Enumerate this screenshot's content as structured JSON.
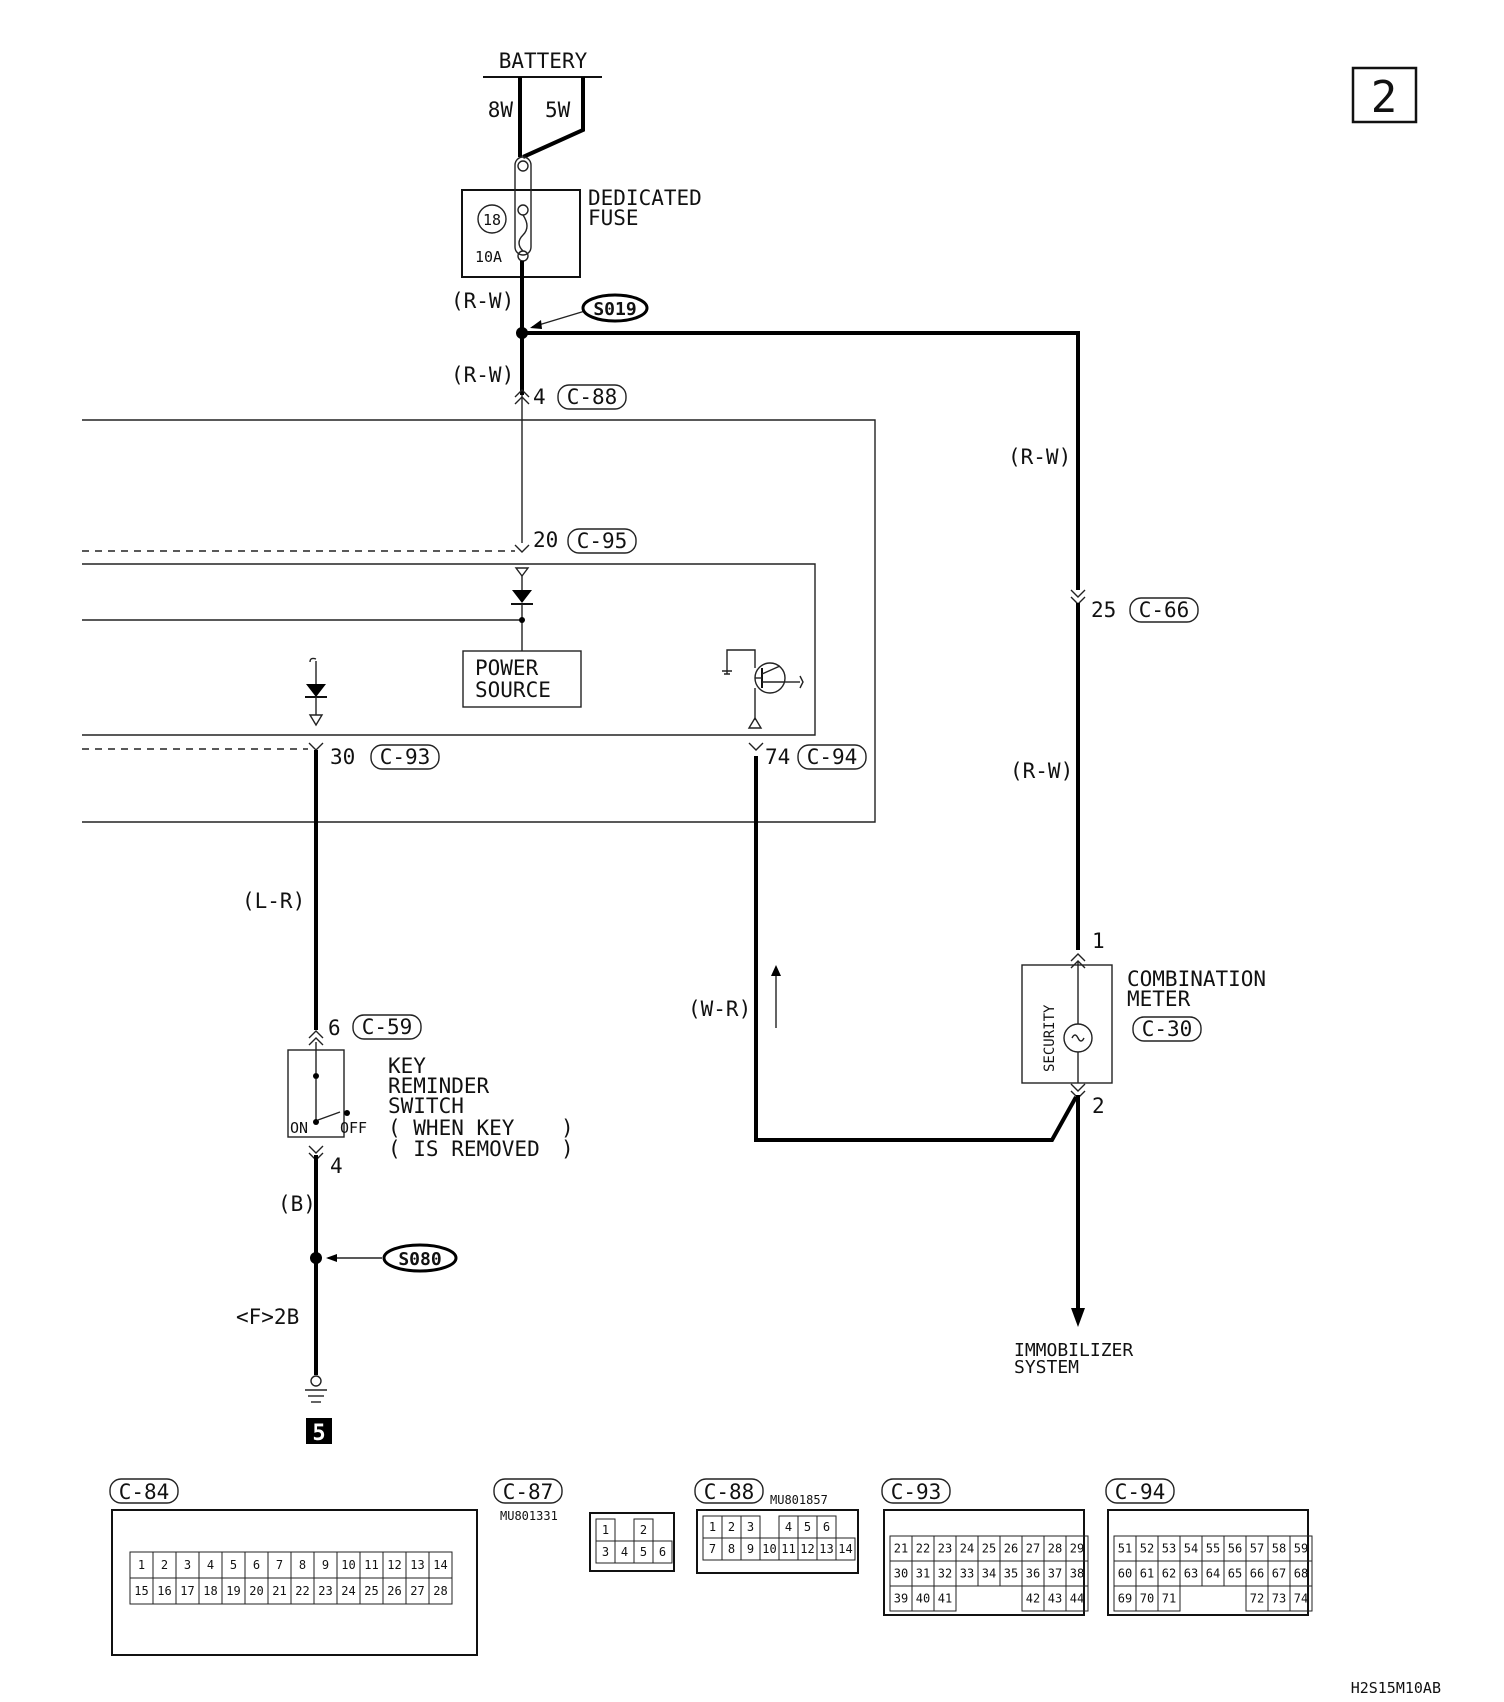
{
  "page_number": "2",
  "doc_code": "H2S15M10AB",
  "battery": {
    "label": "BATTERY",
    "wire_left": "8W",
    "wire_right": "5W"
  },
  "fuse": {
    "title_line1": "DEDICATED",
    "title_line2": "FUSE",
    "number": "18",
    "rating": "10A"
  },
  "splices": {
    "top": "S019",
    "bottom": "S080"
  },
  "wire_colors": {
    "rw_above_splice": "(R-W)",
    "rw_below_splice": "(R-W)",
    "rw_right_upper": "(R-W)",
    "rw_right_lower": "(R-W)",
    "lr": "(L-R)",
    "wr": "(W-R)",
    "b": "(B)"
  },
  "terminals": {
    "c88": {
      "pin": "4",
      "conn": "C-88"
    },
    "c95": {
      "pin": "20",
      "conn": "C-95"
    },
    "c66": {
      "pin": "25",
      "conn": "C-66"
    },
    "c93": {
      "pin": "30",
      "conn": "C-93"
    },
    "c94": {
      "pin": "74",
      "conn": "C-94"
    },
    "c59": {
      "pin": "6",
      "conn": "C-59"
    },
    "key_pin4": "4",
    "meter_pin1": "1",
    "meter_pin2": "2"
  },
  "power_source": {
    "line1": "POWER",
    "line2": "SOURCE"
  },
  "key_switch": {
    "line1": "KEY",
    "line2": "REMINDER",
    "line3": "SWITCH",
    "line4": "( WHEN KEY",
    "line5": "( IS REMOVED",
    "on": "ON",
    "off": "OFF"
  },
  "combination_meter": {
    "line1": "COMBINATION",
    "line2": "METER",
    "conn": "C-30",
    "indicator": "SECURITY"
  },
  "immobilizer": {
    "line1": "IMMOBILIZER",
    "line2": "SYSTEM"
  },
  "ground": {
    "label": "<F>2B",
    "ref": "5"
  },
  "connector_views": [
    {
      "id": "C-84",
      "part_no": "",
      "rows": [
        [
          "1",
          "2",
          "3",
          "4",
          "5",
          "6",
          "7",
          "8",
          "9",
          "10",
          "11",
          "12",
          "13",
          "14"
        ],
        [
          "15",
          "16",
          "17",
          "18",
          "19",
          "20",
          "21",
          "22",
          "23",
          "24",
          "25",
          "26",
          "27",
          "28"
        ]
      ]
    },
    {
      "id": "C-87",
      "part_no": "MU801331",
      "rows": [
        [
          "1",
          "",
          "2"
        ],
        [
          "3",
          "4",
          "5",
          "6"
        ]
      ]
    },
    {
      "id": "C-88",
      "part_no": "MU801857",
      "rows": [
        [
          "1",
          "2",
          "3",
          "",
          "4",
          "5",
          "6"
        ],
        [
          "7",
          "8",
          "9",
          "10",
          "11",
          "12",
          "13",
          "14"
        ]
      ]
    },
    {
      "id": "C-93",
      "part_no": "",
      "rows": [
        [
          "21",
          "22",
          "23",
          "24",
          "25",
          "26",
          "27",
          "28",
          "29"
        ],
        [
          "30",
          "31",
          "32",
          "33",
          "34",
          "35",
          "36",
          "37",
          "38"
        ],
        [
          "39",
          "40",
          "41",
          "",
          "",
          "",
          "42",
          "43",
          "44"
        ]
      ]
    },
    {
      "id": "C-94",
      "part_no": "",
      "rows": [
        [
          "51",
          "52",
          "53",
          "54",
          "55",
          "56",
          "57",
          "58",
          "59"
        ],
        [
          "60",
          "61",
          "62",
          "63",
          "64",
          "65",
          "66",
          "67",
          "68"
        ],
        [
          "69",
          "70",
          "71",
          "",
          "",
          "",
          "72",
          "73",
          "74"
        ]
      ]
    }
  ]
}
